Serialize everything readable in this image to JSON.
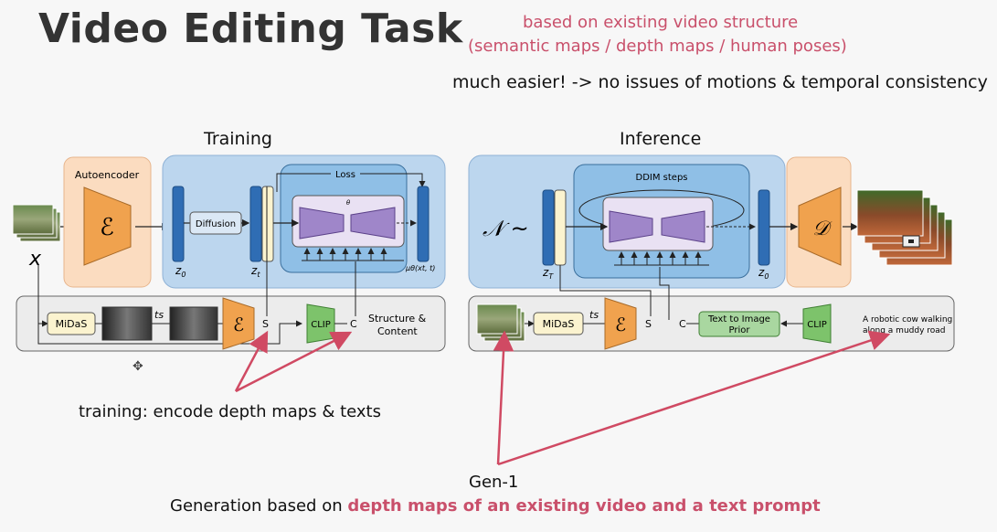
{
  "title": "Video Editing Task",
  "notes": {
    "line1": "based on existing video structure",
    "line2": "(semantic maps / depth maps / human poses)",
    "line3": "much easier! -> no issues of motions & temporal consistency"
  },
  "training": {
    "title": "Training",
    "autoencoder": "Autoencoder",
    "encoder": "ℰ",
    "diffusion": "Diffusion",
    "loss": "Loss",
    "theta": "θ",
    "z0": "z",
    "z0_sub": "0",
    "zt": "z",
    "zt_sub": "t",
    "mu": "μθ(xt, t)",
    "x_label": "x",
    "midas": "MiDaS",
    "ts": "ts",
    "s": "S",
    "clip": "CLIP",
    "c": "C",
    "structure": "Structure &",
    "content": "Content",
    "annotation": "training: encode depth maps & texts"
  },
  "inference": {
    "title": "Inference",
    "noise": "𝒩 ~",
    "ddim": "DDIM steps",
    "zT": "z",
    "zT_sub": "T",
    "z0": "z",
    "z0_sub": "0",
    "decoder": "𝒟",
    "midas": "MiDaS",
    "ts": "ts",
    "encoder": "ℰ",
    "s": "S",
    "c": "C",
    "prior_line1": "Text to Image",
    "prior_line2": "Prior",
    "clip": "CLIP",
    "prompt_line1": "A robotic cow walking",
    "prompt_line2": "along a muddy road"
  },
  "footer": {
    "name": "Gen-1",
    "desc_plain": "Generation based on ",
    "desc_bold": "depth maps of an existing video and a text prompt"
  },
  "colors": {
    "accent_red": "#c9506b",
    "encoder_orange": "#f0a24e",
    "latent_blue": "#2f6db4",
    "panel_blue": "#bcd6ee",
    "clip_green": "#7dc36b",
    "unet_purple": "#9f86c9"
  }
}
